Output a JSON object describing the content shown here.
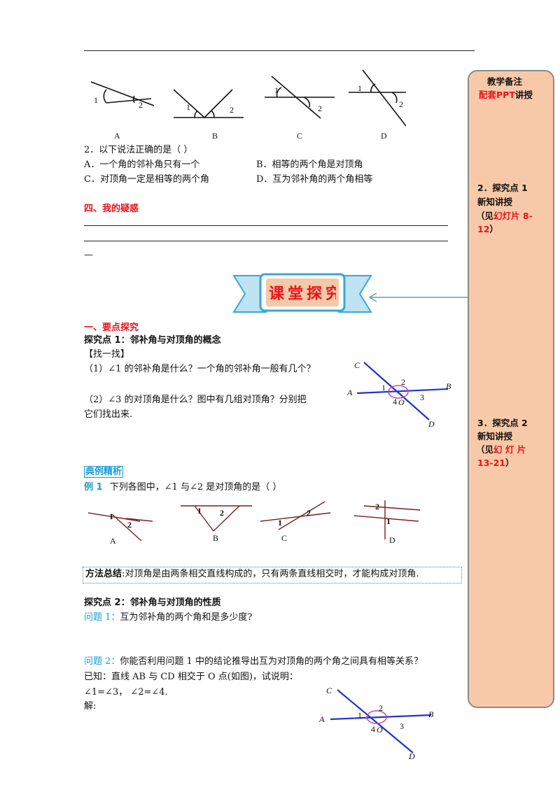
{
  "side": {
    "heading": "教学备注",
    "sub_a": "配套",
    "sub_b": "PPT",
    "sub_c": "讲授",
    "item1_l1": "2．探究点 1",
    "item1_l2": "新知讲授",
    "item1_l3a": "（见",
    "item1_l3b": "幻灯片 8-",
    "item1_l4": "12",
    "item1_l4b": "）",
    "item2_l1": "3．探究点 2",
    "item2_l2": "新知讲授",
    "item2_l3a": "（见",
    "item2_l3b": "幻 灯 片",
    "item2_l4": "13-21",
    "item2_l4b": "）"
  },
  "fig1": {
    "labels": [
      "A",
      "B",
      "C",
      "D"
    ],
    "angle_labels": [
      "1",
      "2"
    ]
  },
  "q2": {
    "stem": "2．以下说法正确的是（    ）",
    "optA": "A．一个角的邻补角只有一个",
    "optB": "B．相等的两个角是对顶角",
    "optC": "C．对顶角一定是相等的两个角",
    "optD": "D．互为邻补角的两个角相等"
  },
  "section4": {
    "title": "四、我的疑惑",
    "dash": "—"
  },
  "banner": {
    "text": "课堂探究"
  },
  "part1": {
    "title": "一、要点探究",
    "point1": "探究点 1：邻补角与对顶角的概念",
    "find": "【找一找】",
    "q1": "（1）∠1 的邻补角是什么？一个角的邻补角一般有几个？",
    "q2a": "（2）∠3 的对顶角是什么？图中有几组对顶角？分别把",
    "q2b": "它们找出来."
  },
  "diagram": {
    "A": "A",
    "B": "B",
    "C": "C",
    "D": "D",
    "O": "O",
    "n1": "1",
    "n2": "2",
    "n3": "3",
    "n4": "4"
  },
  "example": {
    "tag": "典例精析",
    "label": "例 1",
    "text": "下列各图中，∠1 与∠2 是对顶角的是（        ）",
    "labels": [
      "A",
      "B",
      "C",
      "D"
    ]
  },
  "method": {
    "label": "方法总结",
    "text": ":对顶角是由两条相交直线构成的，只有两条直线相交时，才能构成对顶角."
  },
  "part2": {
    "point2": "探究点 2：邻补角与对顶角的性质",
    "p1_label": "问题 1：",
    "p1_text": "互为邻补角的两个角和是多少度?",
    "p2_label": "问题 2：",
    "p2_text": "你能否利用问题 1 中的结论推导出互为对顶角的两个角之间具有相等关系？",
    "given": "已知：直线 AB 与 CD 相交于 O 点(如图)，试说明：",
    "eqs": "∠1=∠3，   ∠2=∠4.",
    "solve": "解:"
  }
}
